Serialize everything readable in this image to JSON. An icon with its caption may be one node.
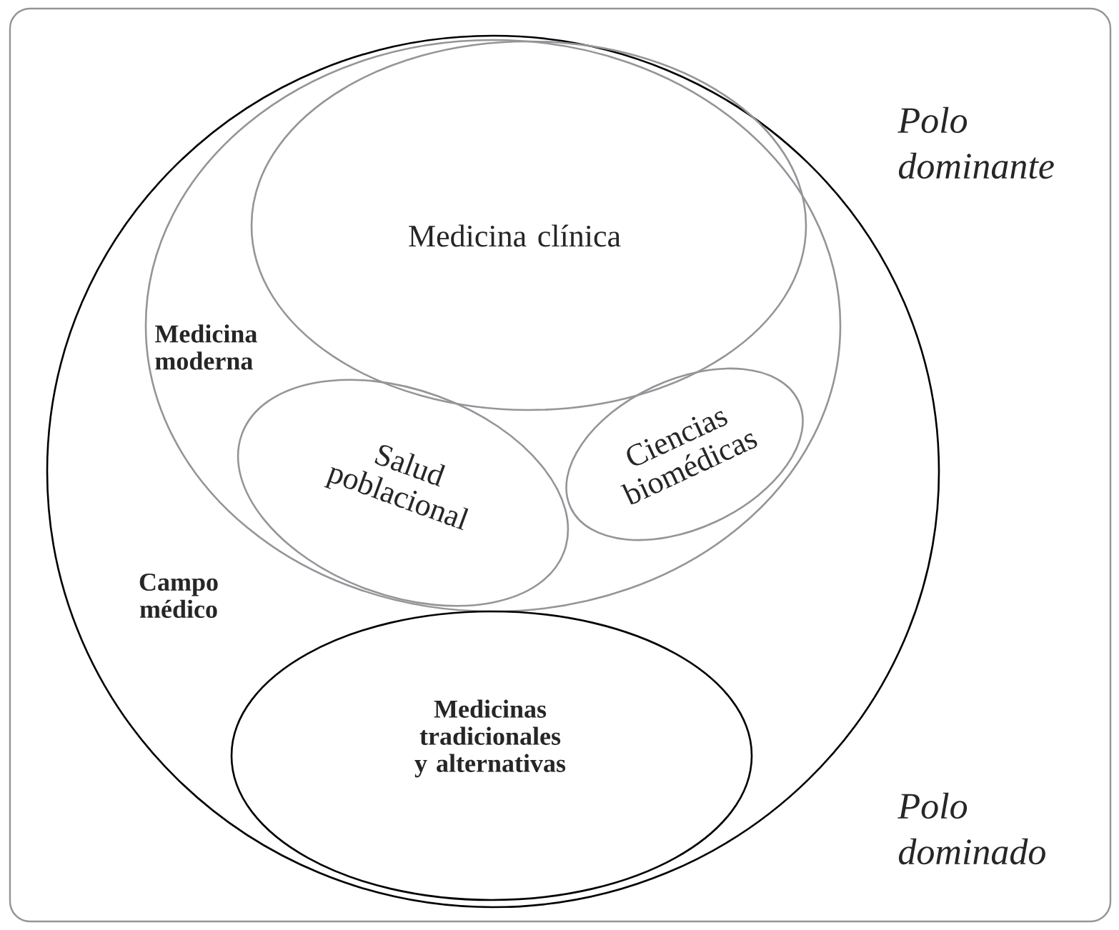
{
  "diagram": {
    "nodes": [
      {
        "text": [
          "Campo médico"
        ]
      },
      {
        "text": [
          "Medicina moderna"
        ],
        "in": 0
      },
      {
        "text": [
          "Medicina clínica"
        ],
        "in": 1
      },
      {
        "text": [
          "Salud poblacional"
        ],
        "in": 1
      },
      {
        "text": [
          "Ciencias biomédicas"
        ],
        "in": 1
      },
      {
        "text": [
          "Medicinas tradicionales y alternativas"
        ],
        "in": 0
      }
    ],
    "labels": [
      "Polo dominante",
      "Polo dominado"
    ]
  }
}
